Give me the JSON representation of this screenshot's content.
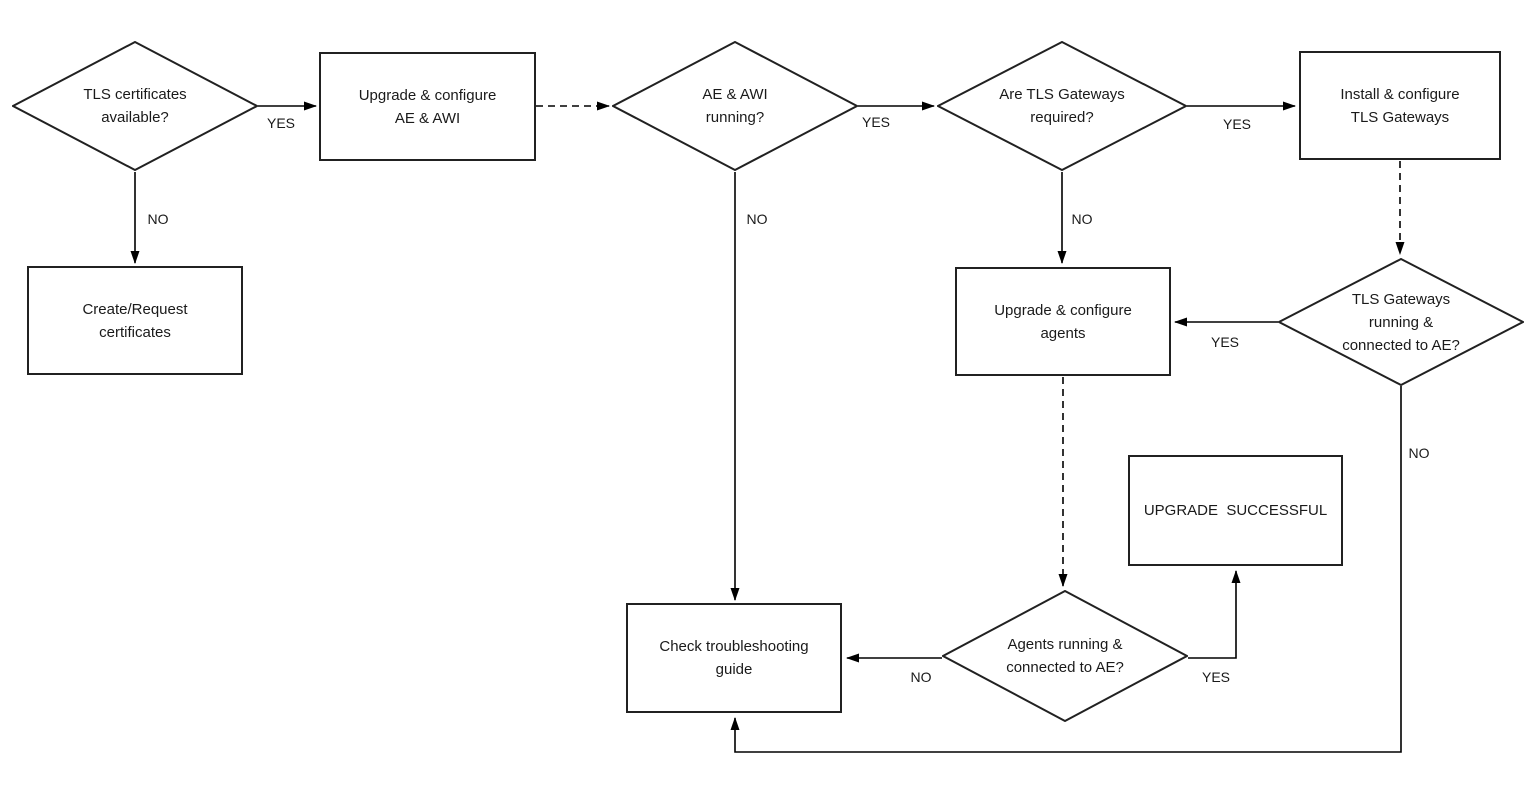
{
  "diagram": {
    "type": "flowchart",
    "nodes": {
      "tls_certs": "TLS certificates\navailable?",
      "upgrade_ae_awi": "Upgrade & configure\nAE & AWI",
      "ae_awi_running": "AE & AWI\nrunning?",
      "tls_gw_required": "Are TLS Gateways\nrequired?",
      "install_tls_gw": "Install & configure\nTLS Gateways",
      "create_certs": "Create/Request\ncertificates",
      "upgrade_agents": "Upgrade & configure\nagents",
      "tls_gw_running": "TLS Gateways\nrunning &\nconnected to AE?",
      "upgrade_successful": "UPGRADE  SUCCESSFUL",
      "check_guide": "Check troubleshooting\nguide",
      "agents_running": "Agents running &\nconnected to AE?"
    },
    "edge_labels": {
      "certs_yes": "YES",
      "certs_no": "NO",
      "ae_awi_yes": "YES",
      "ae_awi_no": "NO",
      "gw_required_yes": "YES",
      "gw_required_no": "NO",
      "gw_running_yes": "YES",
      "gw_running_no": "NO",
      "agents_no": "NO",
      "agents_yes": "YES"
    },
    "colors": {
      "line": "#000000",
      "node_border": "#212121",
      "text": "#1a1a1a",
      "background": "#ffffff"
    }
  }
}
